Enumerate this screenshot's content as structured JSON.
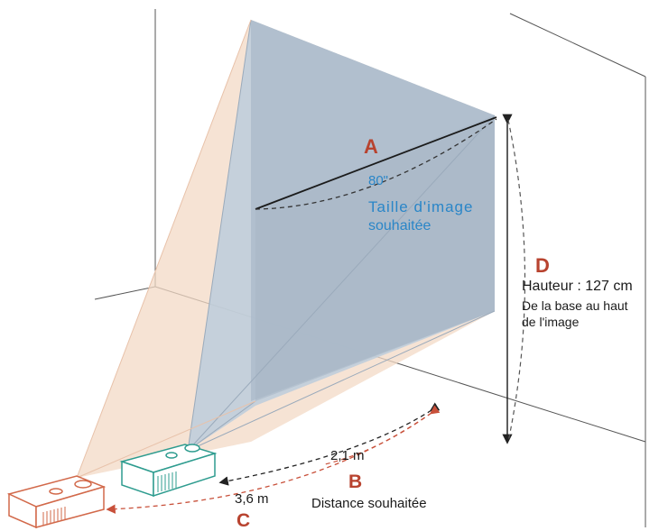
{
  "labels": {
    "a": "A",
    "b": "B",
    "c": "C",
    "d": "D",
    "diag_size": "80\"",
    "image_size_line1": "Taille d'image",
    "image_size_line2": "souhaitée",
    "height": "Hauteur : 127 cm",
    "height_note_line1": "De la base au haut",
    "height_note_line2": "de l'image",
    "dist_near": "2,1 m",
    "dist_far": "3,6 m",
    "distance_label": "Distance souhaitée"
  },
  "colors": {
    "red_label": "#b8432f",
    "blue_label": "#2a86c8",
    "near_projector": "#2e9c8f",
    "far_projector": "#d2694a",
    "near_beam": "#bccddc",
    "far_beam": "#f3d9c6",
    "screen_image": "#aebccc"
  }
}
